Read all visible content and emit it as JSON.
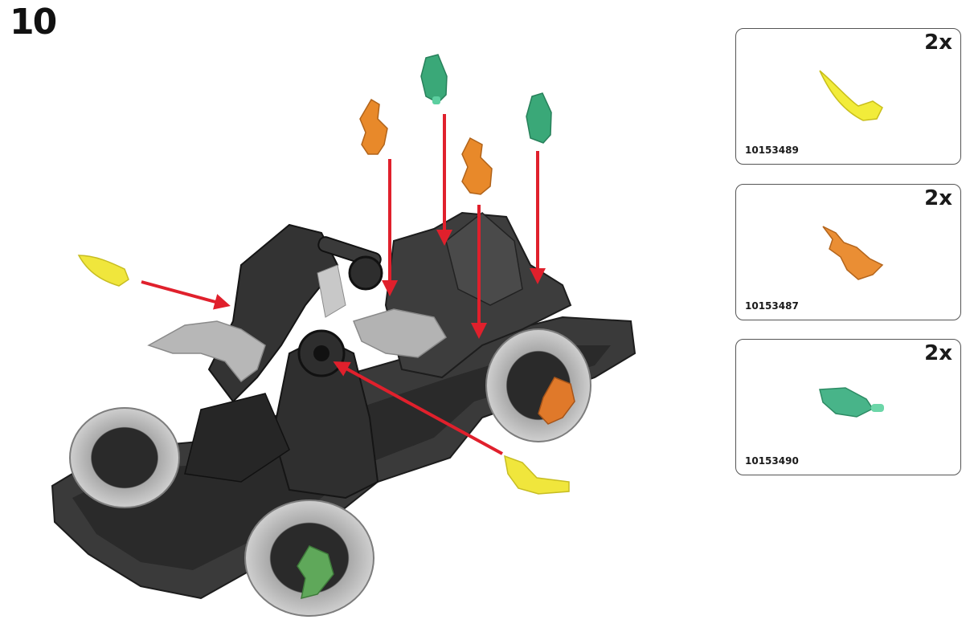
{
  "step": {
    "number": "10"
  },
  "colors": {
    "arrow": "#e0202c",
    "yellow_piece": "#f0e63c",
    "orange_piece": "#e8892a",
    "green_piece": "#3aa878",
    "body": "#2e2e2e",
    "tire": "#b9b9b9"
  },
  "parts": [
    {
      "quantity": "2x",
      "part_id": "10153489",
      "color": "yellow",
      "icon": "yellow-claw-piece"
    },
    {
      "quantity": "2x",
      "part_id": "10153487",
      "color": "orange",
      "icon": "orange-flame-piece"
    },
    {
      "quantity": "2x",
      "part_id": "10153490",
      "color": "green",
      "icon": "green-crystal-piece"
    }
  ]
}
